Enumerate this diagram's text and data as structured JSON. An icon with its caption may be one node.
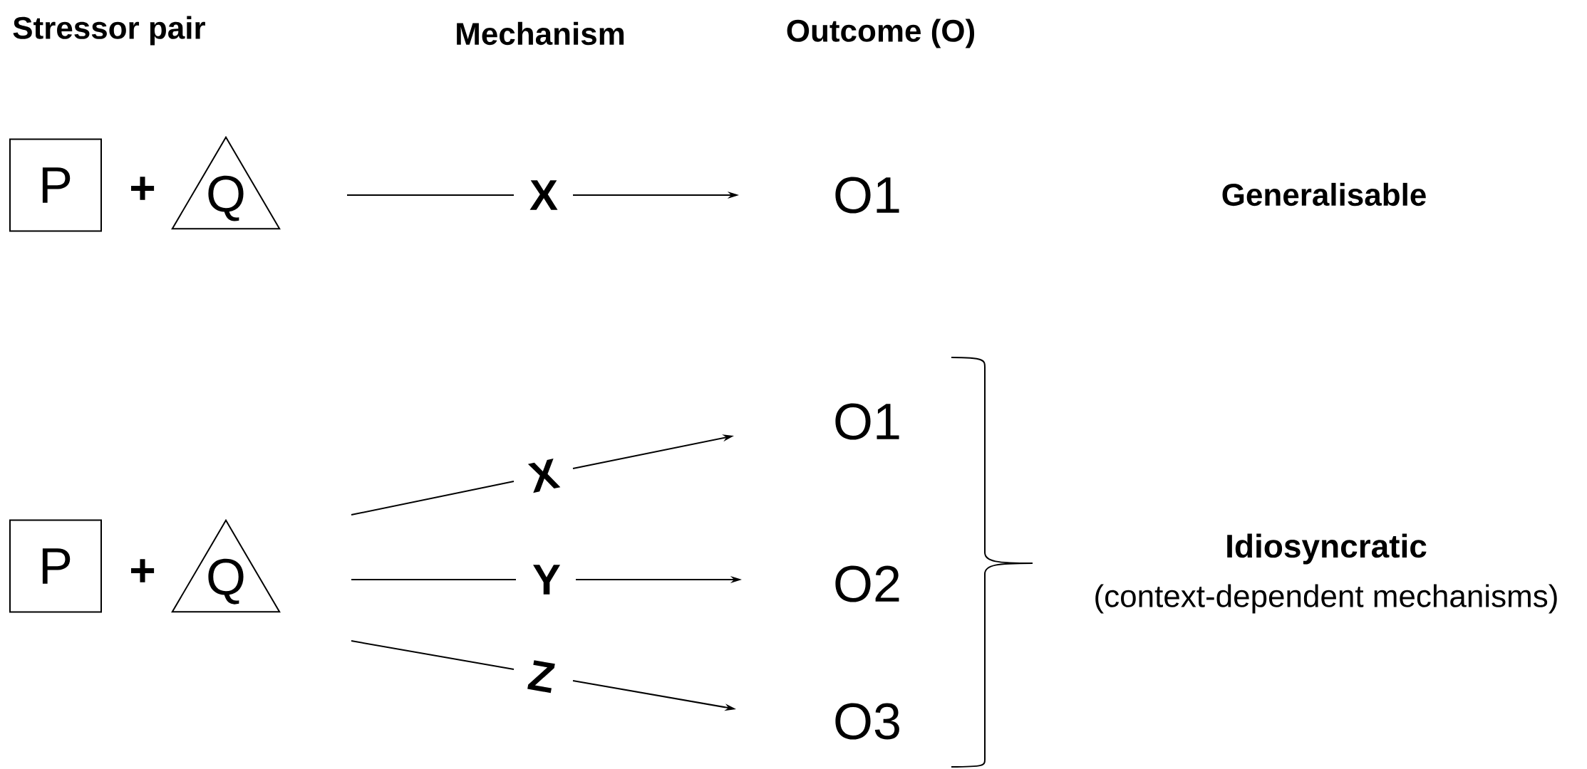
{
  "diagram": {
    "nodes": [
      {
        "text": [
          "P"
        ]
      },
      {
        "text": [
          "Q"
        ]
      },
      {
        "text": [
          "X"
        ]
      },
      {
        "text": [
          "O1"
        ]
      },
      {
        "text": [
          "P"
        ]
      },
      {
        "text": [
          "Q"
        ]
      },
      {
        "text": [
          "X"
        ]
      },
      {
        "text": [
          "Y"
        ]
      },
      {
        "text": [
          "Z"
        ]
      },
      {
        "text": [
          "O1"
        ]
      },
      {
        "text": [
          "O2"
        ]
      },
      {
        "text": [
          "O3"
        ]
      }
    ],
    "edges": [
      {
        "from": null,
        "to": 2,
        "arrow": "none"
      },
      {
        "from": 2,
        "to": 3,
        "arrow": "to"
      },
      {
        "from": null,
        "to": 6,
        "arrow": "none"
      },
      {
        "from": 6,
        "to": 9,
        "arrow": "to"
      },
      {
        "from": null,
        "to": 7,
        "arrow": "none"
      },
      {
        "from": 7,
        "to": 10,
        "arrow": "to"
      },
      {
        "from": null,
        "to": 8,
        "arrow": "none"
      },
      {
        "from": 8,
        "to": 11,
        "arrow": "to"
      }
    ],
    "labels": [
      "Stressor pair",
      "Mechanism",
      "Outcome (O)",
      "+",
      "Generalisable",
      "+",
      "Idiosyncratic",
      "(context-dependent mechanisms)"
    ]
  }
}
